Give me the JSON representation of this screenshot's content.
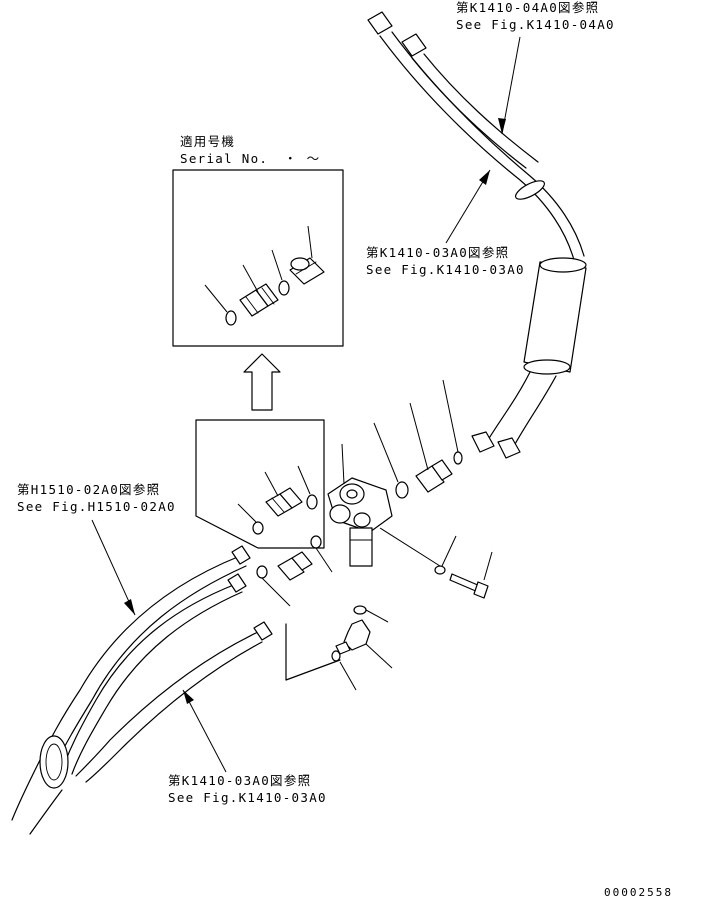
{
  "references": {
    "ref_top": {
      "jp": "第K1410-04A0図参照",
      "en": "See Fig.K1410-04A0"
    },
    "ref_mid_right": {
      "jp": "第K1410-03A0図参照",
      "en": "See Fig.K1410-03A0"
    },
    "ref_left": {
      "jp": "第H1510-02A0図参照",
      "en": "See Fig.H1510-02A0"
    },
    "ref_bottom": {
      "jp": "第K1410-03A0図参照",
      "en": "See Fig.K1410-03A0"
    }
  },
  "serial_box": {
    "jp": "適用号機",
    "en": "Serial No.",
    "range": "・ ～"
  },
  "drawing_number": "00002558"
}
